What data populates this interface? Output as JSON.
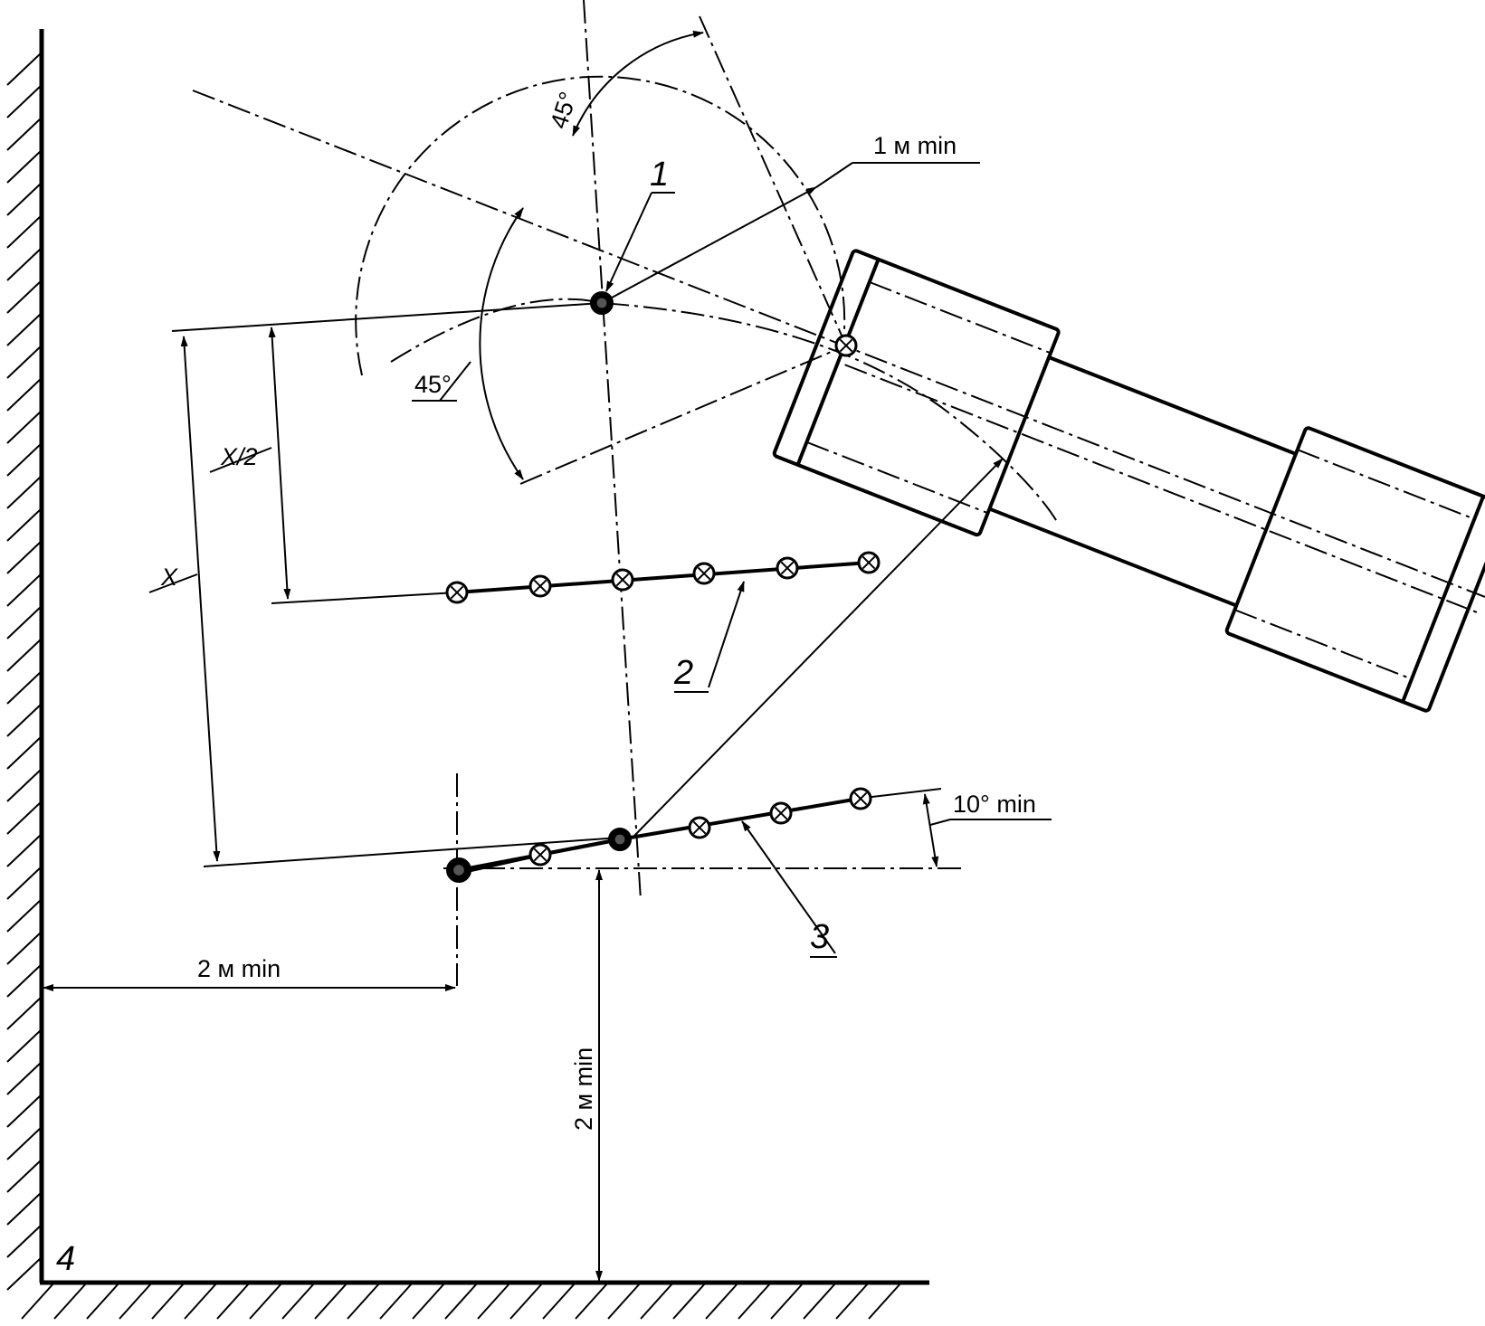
{
  "callouts": {
    "pivot": "1",
    "line_mid": "2",
    "line_bottom": "3",
    "wall_corner": "4"
  },
  "dimensions": {
    "angle_top": "45°",
    "angle_left": "45°",
    "radius": "1 м min",
    "half_x": "X/2",
    "x": "X",
    "angle_min": "10° min",
    "wall_distance": "2 м min",
    "floor_distance": "2 м min"
  }
}
